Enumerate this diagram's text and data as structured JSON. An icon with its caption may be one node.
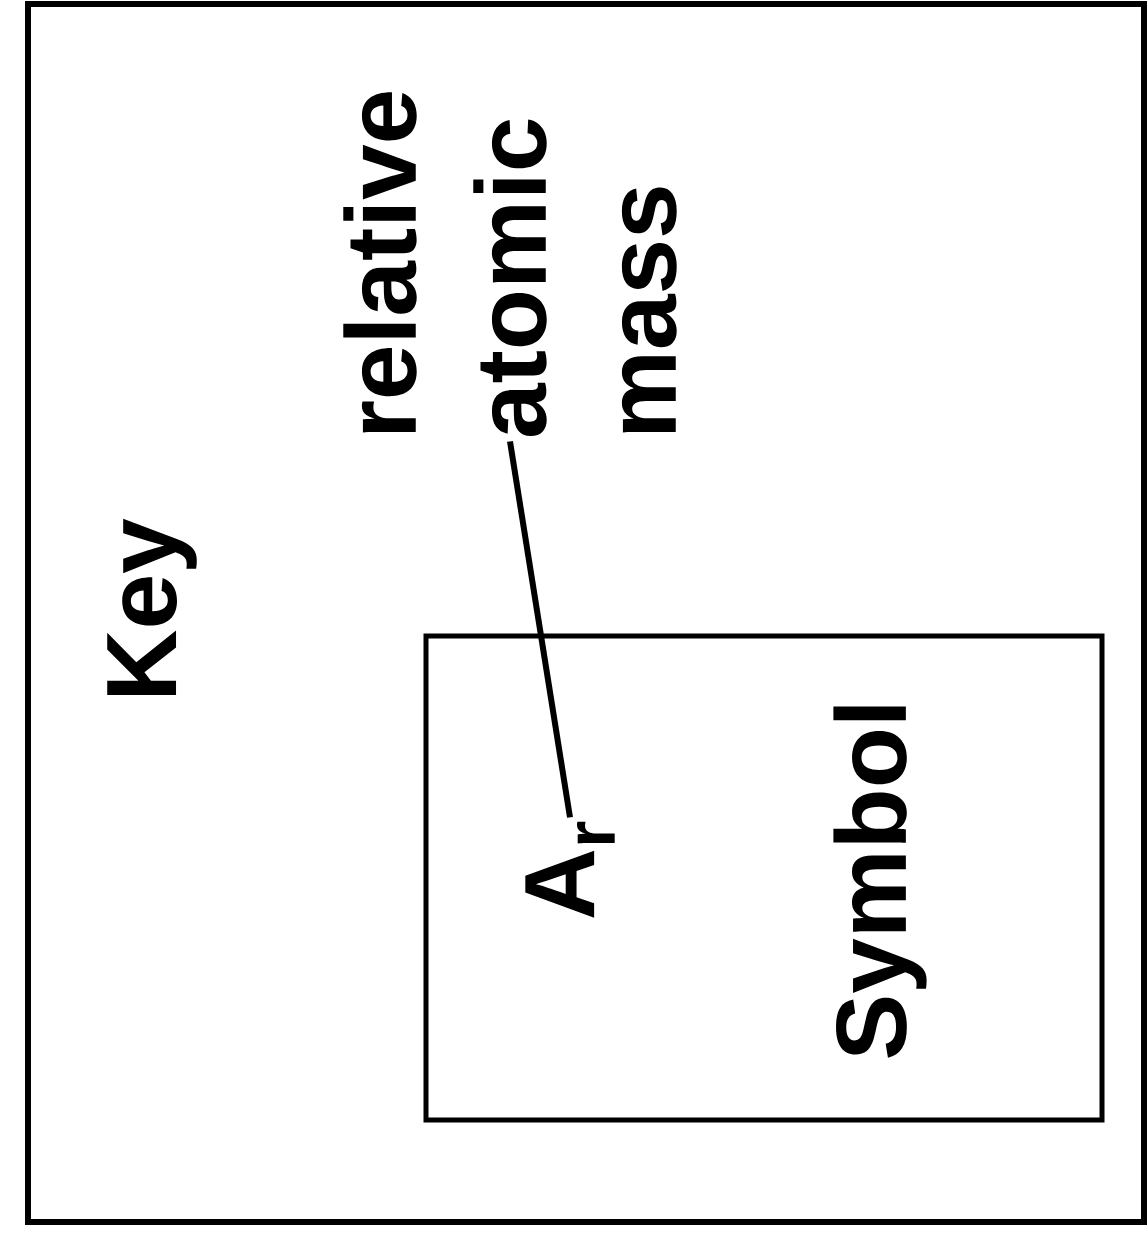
{
  "diagram": {
    "nodes": [
      {
        "text": [
          "Key"
        ]
      },
      {
        "text": [
          "Symbol"
        ],
        "in": 0
      },
      {
        "text": [
          "relative atomic mass"
        ],
        "in": 0
      },
      {
        "text": [
          "A$_{r}$"
        ],
        "in": 1
      }
    ],
    "edges": [
      {
        "from": 2,
        "to": 3,
        "arrow": "none"
      }
    ]
  }
}
